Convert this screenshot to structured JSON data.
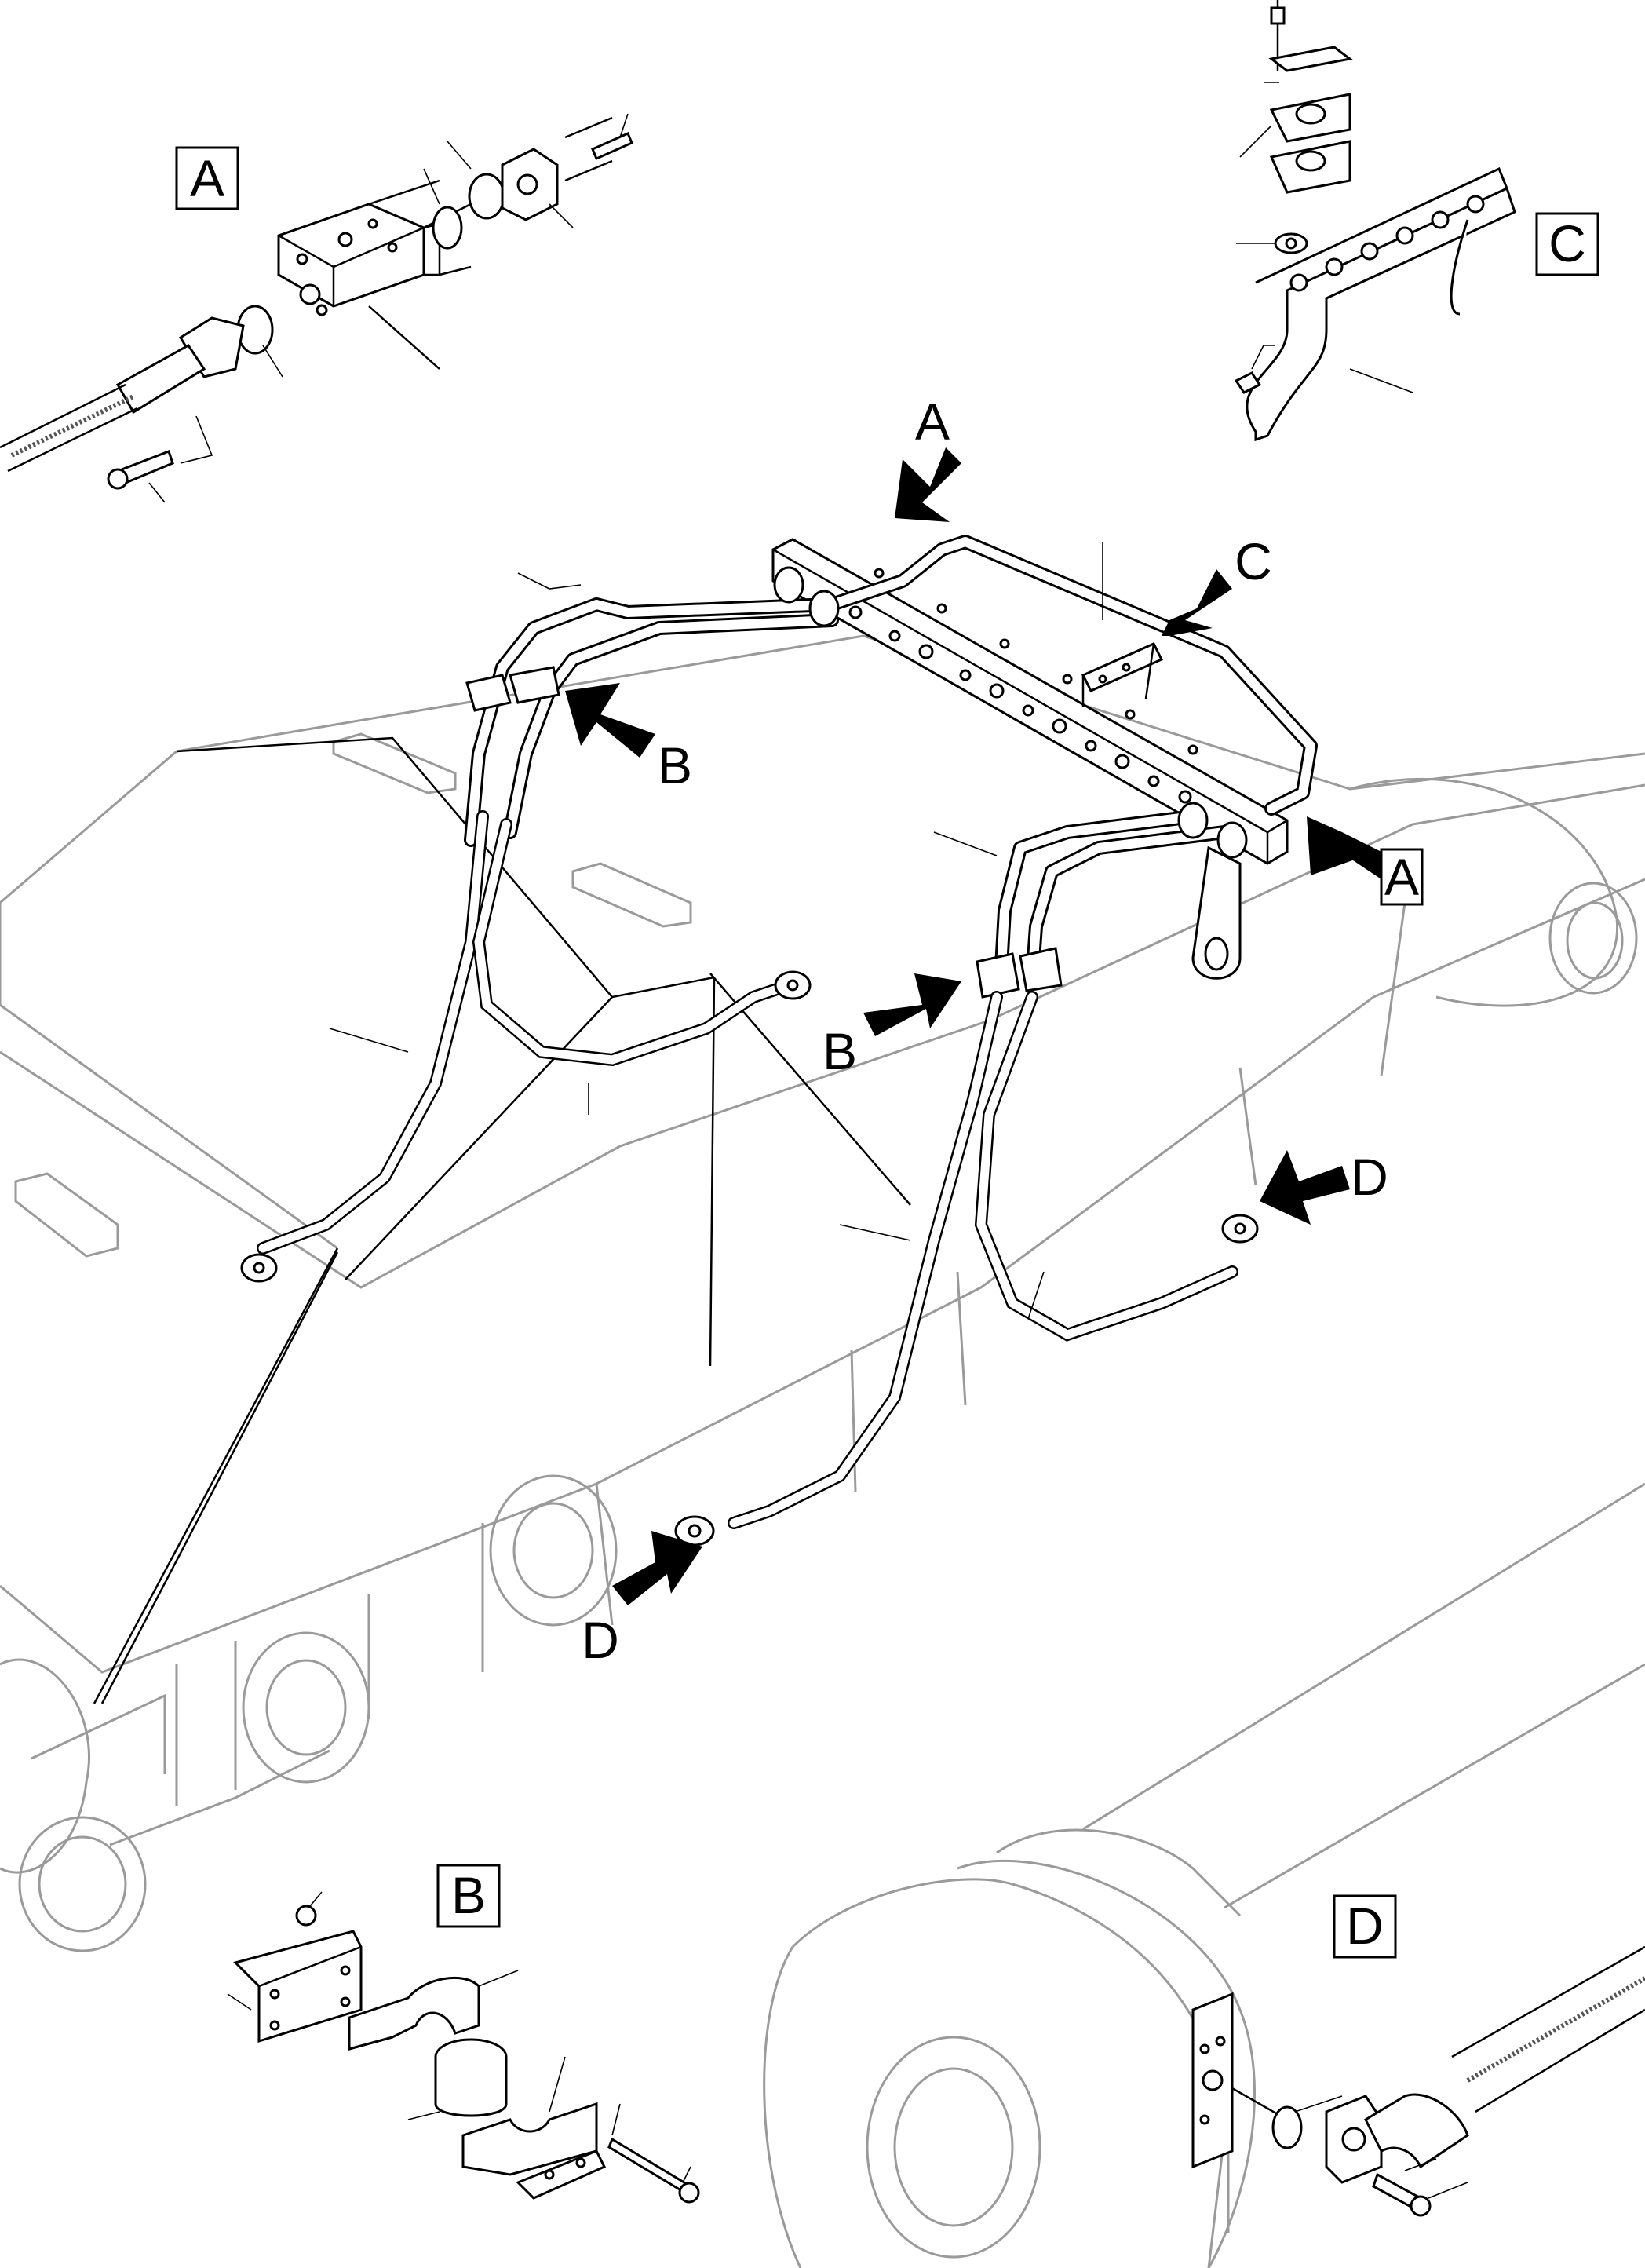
{
  "callouts": {
    "A": "A",
    "B": "B",
    "C": "C",
    "D": "D"
  },
  "colors": {
    "ink": "#000000",
    "ghost_outline": "#9a9a9a",
    "background": "#ffffff"
  }
}
